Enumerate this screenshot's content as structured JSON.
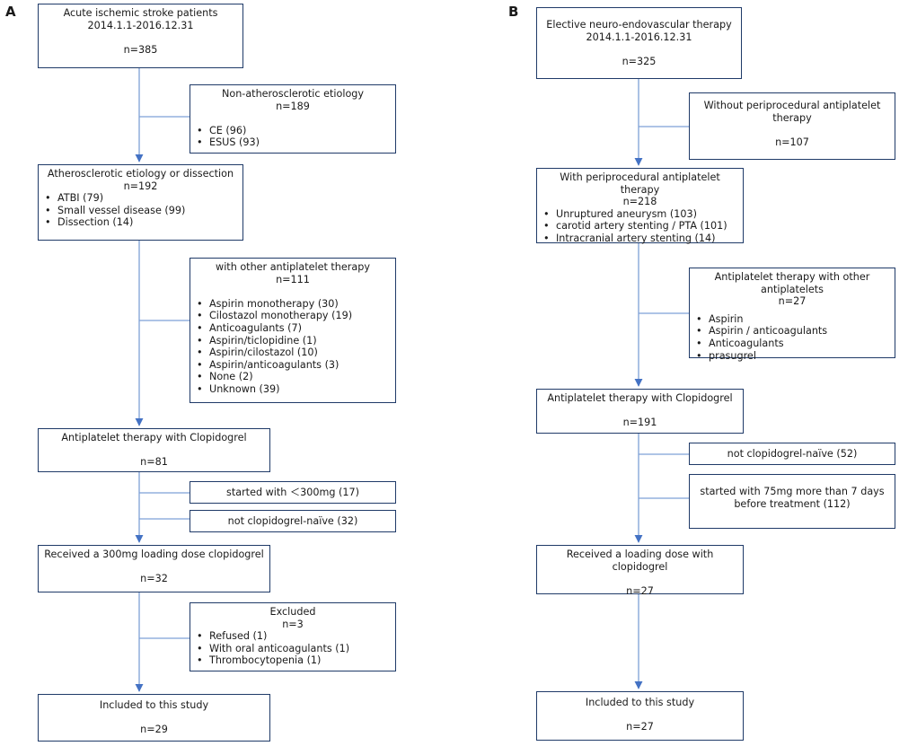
{
  "panels": {
    "A": {
      "label": "A",
      "nodes": {
        "n1": {
          "title": "Acute ischemic stroke patients\n2014.1.1-2016.12.31",
          "n": "n=385"
        },
        "e1": {
          "title": "Non-atherosclerotic etiology",
          "n": "n=189",
          "items": [
            "CE (96)",
            "ESUS (93)"
          ]
        },
        "n2": {
          "title": "Atherosclerotic etiology or dissection",
          "n": "n=192",
          "items": [
            "ATBI (79)",
            "Small vessel disease (99)",
            "Dissection (14)"
          ]
        },
        "e2": {
          "title": "with other antiplatelet therapy",
          "n": "n=111",
          "items": [
            "Aspirin monotherapy (30)",
            "Cilostazol monotherapy (19)",
            "Anticoagulants (7)",
            "Aspirin/ticlopidine (1)",
            "Aspirin/cilostazol (10)",
            "Aspirin/anticoagulants (3)",
            "None (2)",
            "Unknown (39)"
          ]
        },
        "n3": {
          "title": "Antiplatelet therapy with Clopidogrel",
          "n": "n=81"
        },
        "e3": {
          "text": "started with ＜300mg (17)"
        },
        "e4": {
          "text": "not clopidogrel-naïve   (32)"
        },
        "n4": {
          "title": "Received a 300mg loading dose clopidogrel",
          "n": "n=32"
        },
        "e5": {
          "title": "Excluded",
          "n": "n=3",
          "items": [
            "Refused (1)",
            "With oral anticoagulants (1)",
            "Thrombocytopenia (1)"
          ]
        },
        "n5": {
          "title": "Included to this study",
          "n": "n=29"
        }
      }
    },
    "B": {
      "label": "B",
      "nodes": {
        "n1": {
          "title": "Elective neuro-endovascular therapy\n2014.1.1-2016.12.31",
          "n": "n=325"
        },
        "e1": {
          "title": "Without periprocedural antiplatelet\ntherapy",
          "n": "n=107"
        },
        "n2": {
          "title": "With periprocedural antiplatelet therapy",
          "n": "n=218",
          "items": [
            "Unruptured aneurysm (103)",
            "carotid artery stenting / PTA (101)",
            "Intracranial artery stenting (14)"
          ]
        },
        "e2": {
          "title": "Antiplatelet therapy with other\nantiplatelets",
          "n": "n=27",
          "items": [
            "Aspirin",
            "Aspirin / anticoagulants",
            "Anticoagulants",
            "prasugrel"
          ]
        },
        "n3": {
          "title": "Antiplatelet therapy with Clopidogrel",
          "n": "n=191"
        },
        "e3": {
          "text": "not clopidogrel-naïve   (52)"
        },
        "e4": {
          "text": "started with 75mg more than 7 days\nbefore treatment (112)"
        },
        "n4": {
          "title": "Received a loading dose with clopidogrel",
          "n": "n=27"
        },
        "n5": {
          "title": "Included to this study",
          "n": "n=27"
        }
      }
    }
  },
  "colors": {
    "box_border": "#1f3a68",
    "connector": "#7ea0d6",
    "arrowhead": "#4472c4"
  }
}
